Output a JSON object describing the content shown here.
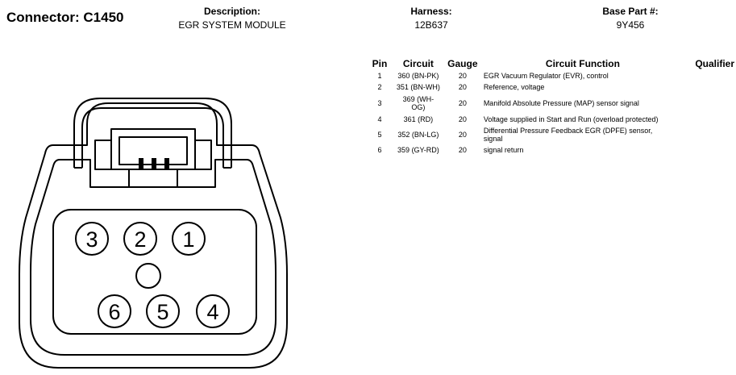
{
  "header": {
    "connector": "Connector: C1450",
    "description_label": "Description:",
    "description_value": "EGR SYSTEM MODULE",
    "harness_label": "Harness:",
    "harness_value": "12B637",
    "base_part_label": "Base Part #:",
    "base_part_value": "9Y456"
  },
  "table": {
    "headers": {
      "pin": "Pin",
      "circuit": "Circuit",
      "gauge": "Gauge",
      "function": "Circuit Function",
      "qualifier": "Qualifier"
    },
    "rows": [
      {
        "pin": "1",
        "circuit": "360 (BN-PK)",
        "gauge": "20",
        "function": "EGR Vacuum Regulator (EVR), control",
        "qualifier": ""
      },
      {
        "pin": "2",
        "circuit": "351 (BN-WH)",
        "gauge": "20",
        "function": "Reference, voltage",
        "qualifier": ""
      },
      {
        "pin": "3",
        "circuit_line1": "369 (WH-",
        "circuit_line2": "OG)",
        "gauge": "20",
        "function": "Manifold Absolute Pressure (MAP) sensor signal",
        "qualifier": ""
      },
      {
        "pin": "4",
        "circuit": "361 (RD)",
        "gauge": "20",
        "function": "Voltage supplied in Start and Run (overload protected)",
        "qualifier": ""
      },
      {
        "pin": "5",
        "circuit": "352 (BN-LG)",
        "gauge": "20",
        "function_line1": "Differential Pressure Feedback EGR (DPFE) sensor,",
        "function_line2": "signal",
        "qualifier": ""
      },
      {
        "pin": "6",
        "circuit": "359 (GY-RD)",
        "gauge": "20",
        "function": "signal return",
        "qualifier": ""
      }
    ]
  },
  "connector": {
    "pins": [
      "3",
      "2",
      "1",
      "6",
      "5",
      "4"
    ]
  }
}
